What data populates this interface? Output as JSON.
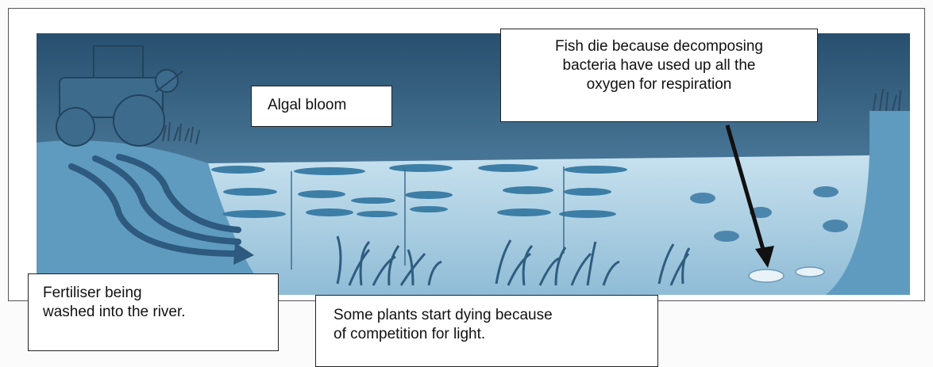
{
  "labels": {
    "algal_bloom": "Algal bloom",
    "fish_die": [
      "Fish die because decomposing",
      "bacteria have used up all the",
      "oxygen for respiration"
    ],
    "fertiliser": [
      "Fertiliser being",
      "washed into the river."
    ],
    "plants_dying": [
      "Some plants start dying because",
      "of competition for light."
    ]
  },
  "colors": {
    "sky": "#2b5a7e",
    "land": "#5f9bbf",
    "water": "#a9cfe3",
    "algae": "#3c7ea6",
    "plants": "#3a6f93",
    "arrow": "#111111"
  }
}
